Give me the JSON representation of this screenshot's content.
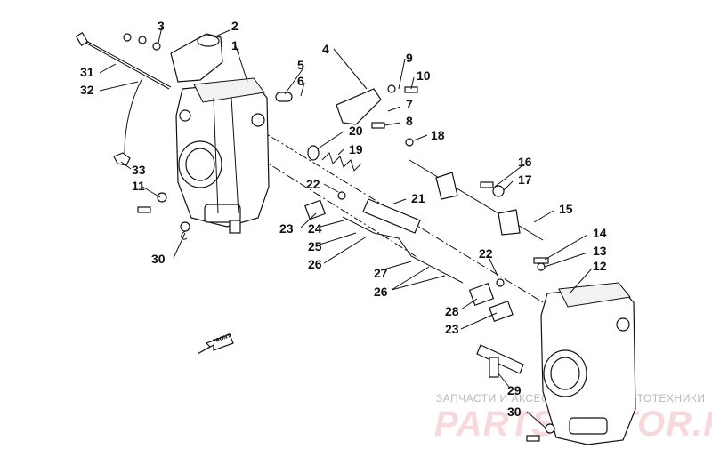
{
  "diagram": {
    "labels": [
      "1",
      "2",
      "3",
      "4",
      "5",
      "6",
      "7",
      "8",
      "9",
      "10",
      "11",
      "12",
      "13",
      "14",
      "15",
      "16",
      "17",
      "18",
      "19",
      "20",
      "21",
      "22",
      "22",
      "23",
      "23",
      "24",
      "25",
      "26",
      "26",
      "27",
      "28",
      "29",
      "30",
      "30",
      "31",
      "32",
      "33"
    ],
    "front_arrow_text": "FRONT"
  },
  "watermark": {
    "caption": "ЗАПЧАСТИ И АКСЕССУАРЫ ДЛЯ МОТОТЕХНИКИ",
    "brand": "PARTSMOTOR.RU"
  }
}
